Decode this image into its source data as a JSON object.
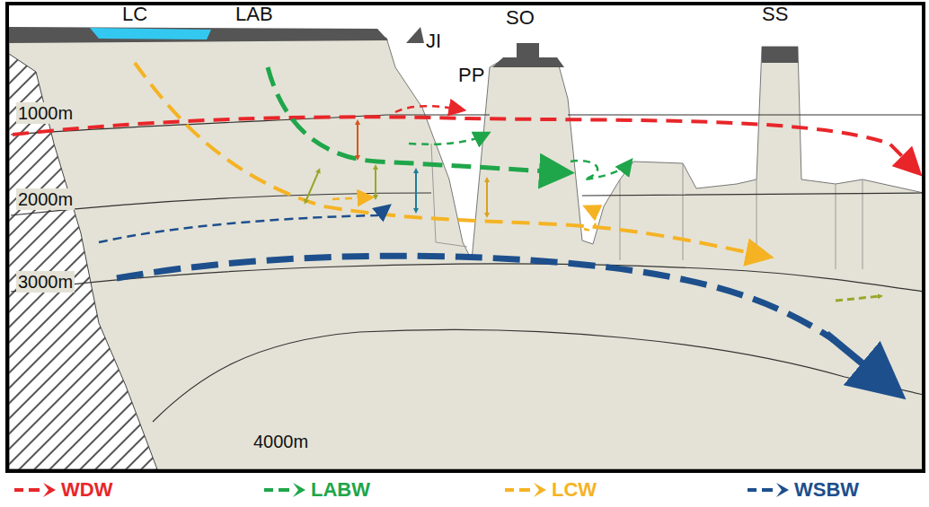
{
  "diagram": {
    "labels": [
      "LC",
      "LAB",
      "JI",
      "PP",
      "SO",
      "SS",
      "1000m",
      "2000m",
      "3000m",
      "4000m"
    ],
    "legend": [
      {
        "text": "WDW"
      },
      {
        "text": "LABW"
      },
      {
        "text": "LCW"
      },
      {
        "text": "WSBW"
      }
    ]
  }
}
